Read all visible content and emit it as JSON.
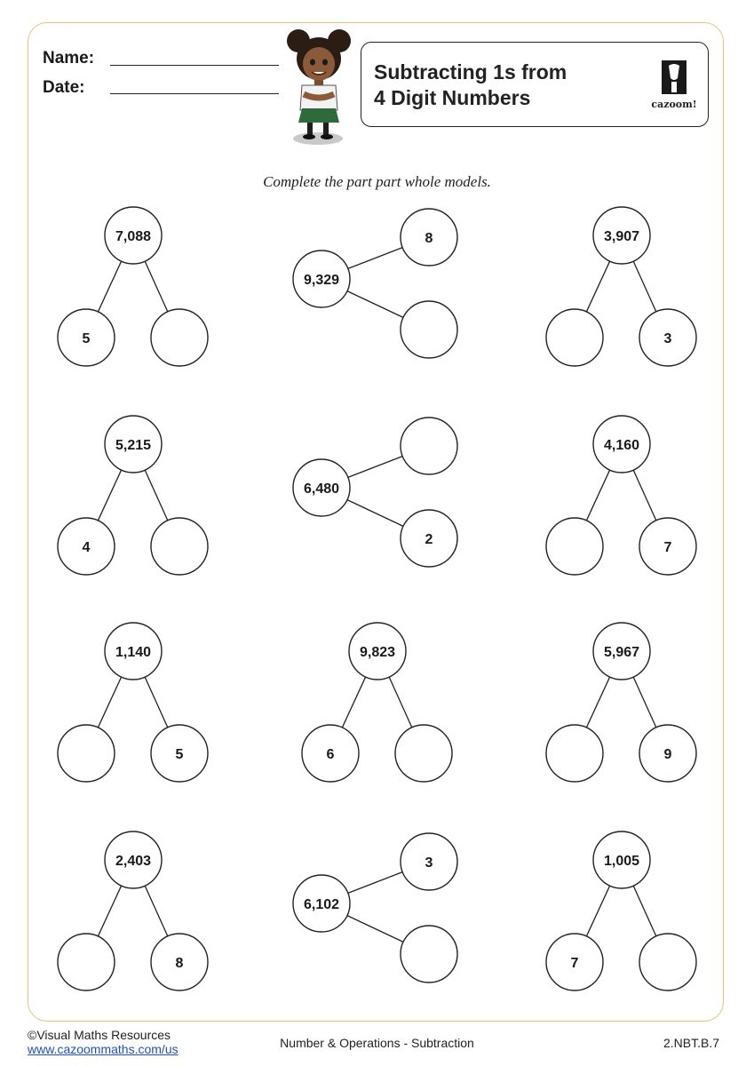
{
  "header": {
    "name_label": "Name:",
    "date_label": "Date:",
    "title": "Subtracting 1s from\n4 Digit Numbers",
    "logo_text": "cazoom!"
  },
  "instruction": "Complete the part part whole models.",
  "models": [
    {
      "orientation": "down",
      "whole": "7,088",
      "part_a": "5",
      "part_b": ""
    },
    {
      "orientation": "right",
      "whole": "9,329",
      "part_a": "8",
      "part_b": ""
    },
    {
      "orientation": "down",
      "whole": "3,907",
      "part_a": "",
      "part_b": "3"
    },
    {
      "orientation": "down",
      "whole": "5,215",
      "part_a": "4",
      "part_b": ""
    },
    {
      "orientation": "right",
      "whole": "6,480",
      "part_a": "",
      "part_b": "2"
    },
    {
      "orientation": "down",
      "whole": "4,160",
      "part_a": "",
      "part_b": "7"
    },
    {
      "orientation": "down",
      "whole": "1,140",
      "part_a": "",
      "part_b": "5"
    },
    {
      "orientation": "down",
      "whole": "9,823",
      "part_a": "6",
      "part_b": ""
    },
    {
      "orientation": "down",
      "whole": "5,967",
      "part_a": "",
      "part_b": "9"
    },
    {
      "orientation": "down",
      "whole": "2,403",
      "part_a": "",
      "part_b": "8"
    },
    {
      "orientation": "right",
      "whole": "6,102",
      "part_a": "3",
      "part_b": ""
    },
    {
      "orientation": "down",
      "whole": "1,005",
      "part_a": "7",
      "part_b": ""
    }
  ],
  "footer": {
    "copyright": "©Visual Maths Resources",
    "url": "www.cazoommaths.com/us",
    "topic": "Number & Operations - Subtraction",
    "standard": "2.NBT.B.7"
  }
}
